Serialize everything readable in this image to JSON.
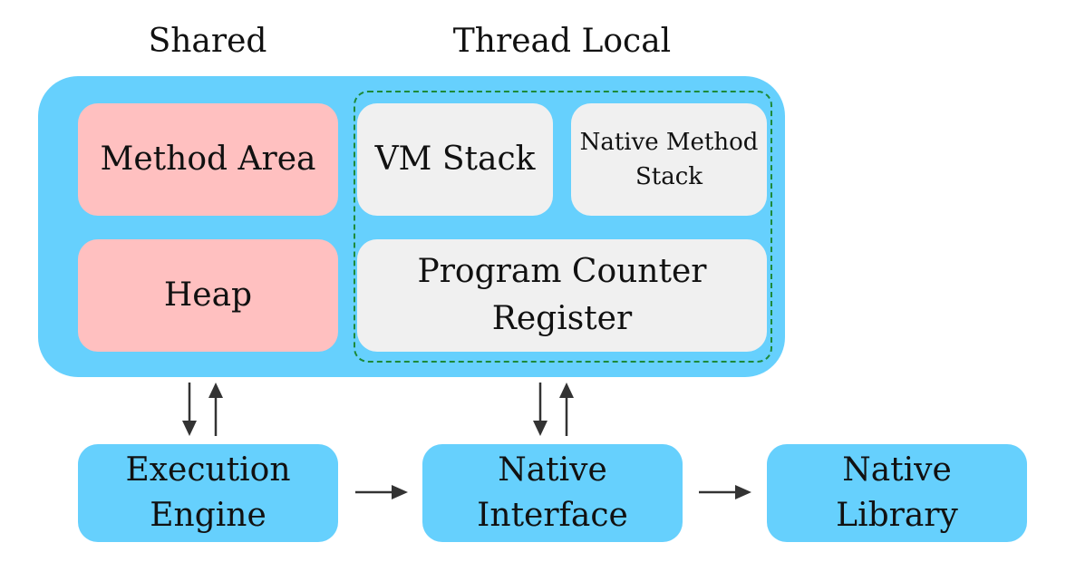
{
  "headers": {
    "shared": "Shared",
    "thread_local": "Thread Local"
  },
  "shared_areas": {
    "method_area": "Method Area",
    "heap": "Heap"
  },
  "thread_local_areas": {
    "vm_stack": "VM Stack",
    "native_method_stack": "Native Method\nStack",
    "program_counter_register": "Program Counter\nRegister"
  },
  "components": {
    "execution_engine": "Execution\nEngine",
    "native_interface": "Native\nInterface",
    "native_library": "Native\nLibrary"
  },
  "colors": {
    "runtime_area": "#66d0fd",
    "shared_box": "#ffc0c0",
    "thread_local_box": "#f0f0f0",
    "thread_local_border": "#1d8a3a",
    "component_box": "#66d0fd",
    "arrow": "#333333"
  },
  "icons": {
    "arrow_down": "arrow-down-icon",
    "arrow_up": "arrow-up-icon",
    "arrow_right": "arrow-right-icon"
  }
}
